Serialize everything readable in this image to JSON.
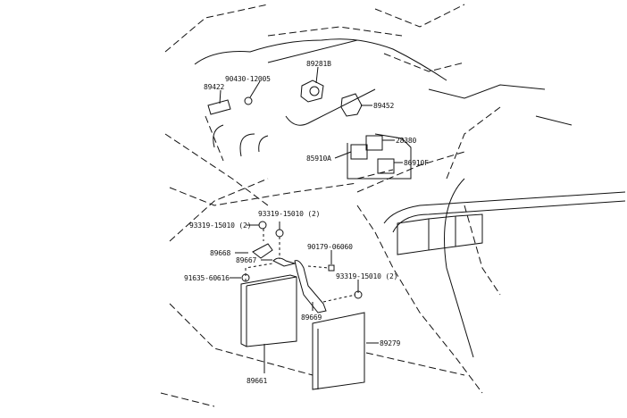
{
  "labels": {
    "p89281b": "89281B",
    "p90430": "90430-12005",
    "p89422": "89422",
    "p89452": "89452",
    "p28380": "28380",
    "p85910a": "85910A",
    "p86910f": "86910F",
    "p93319_top": "93319-15010 (2)",
    "p93319_left": "93319-15010 (2)",
    "p89668": "89668",
    "p89667": "89667",
    "p90179": "90179-06060",
    "p91635": "91635-60616",
    "p93319_right": "93319-15010 (2)",
    "p89669": "89669",
    "p89279": "89279",
    "p89661": "89661"
  }
}
